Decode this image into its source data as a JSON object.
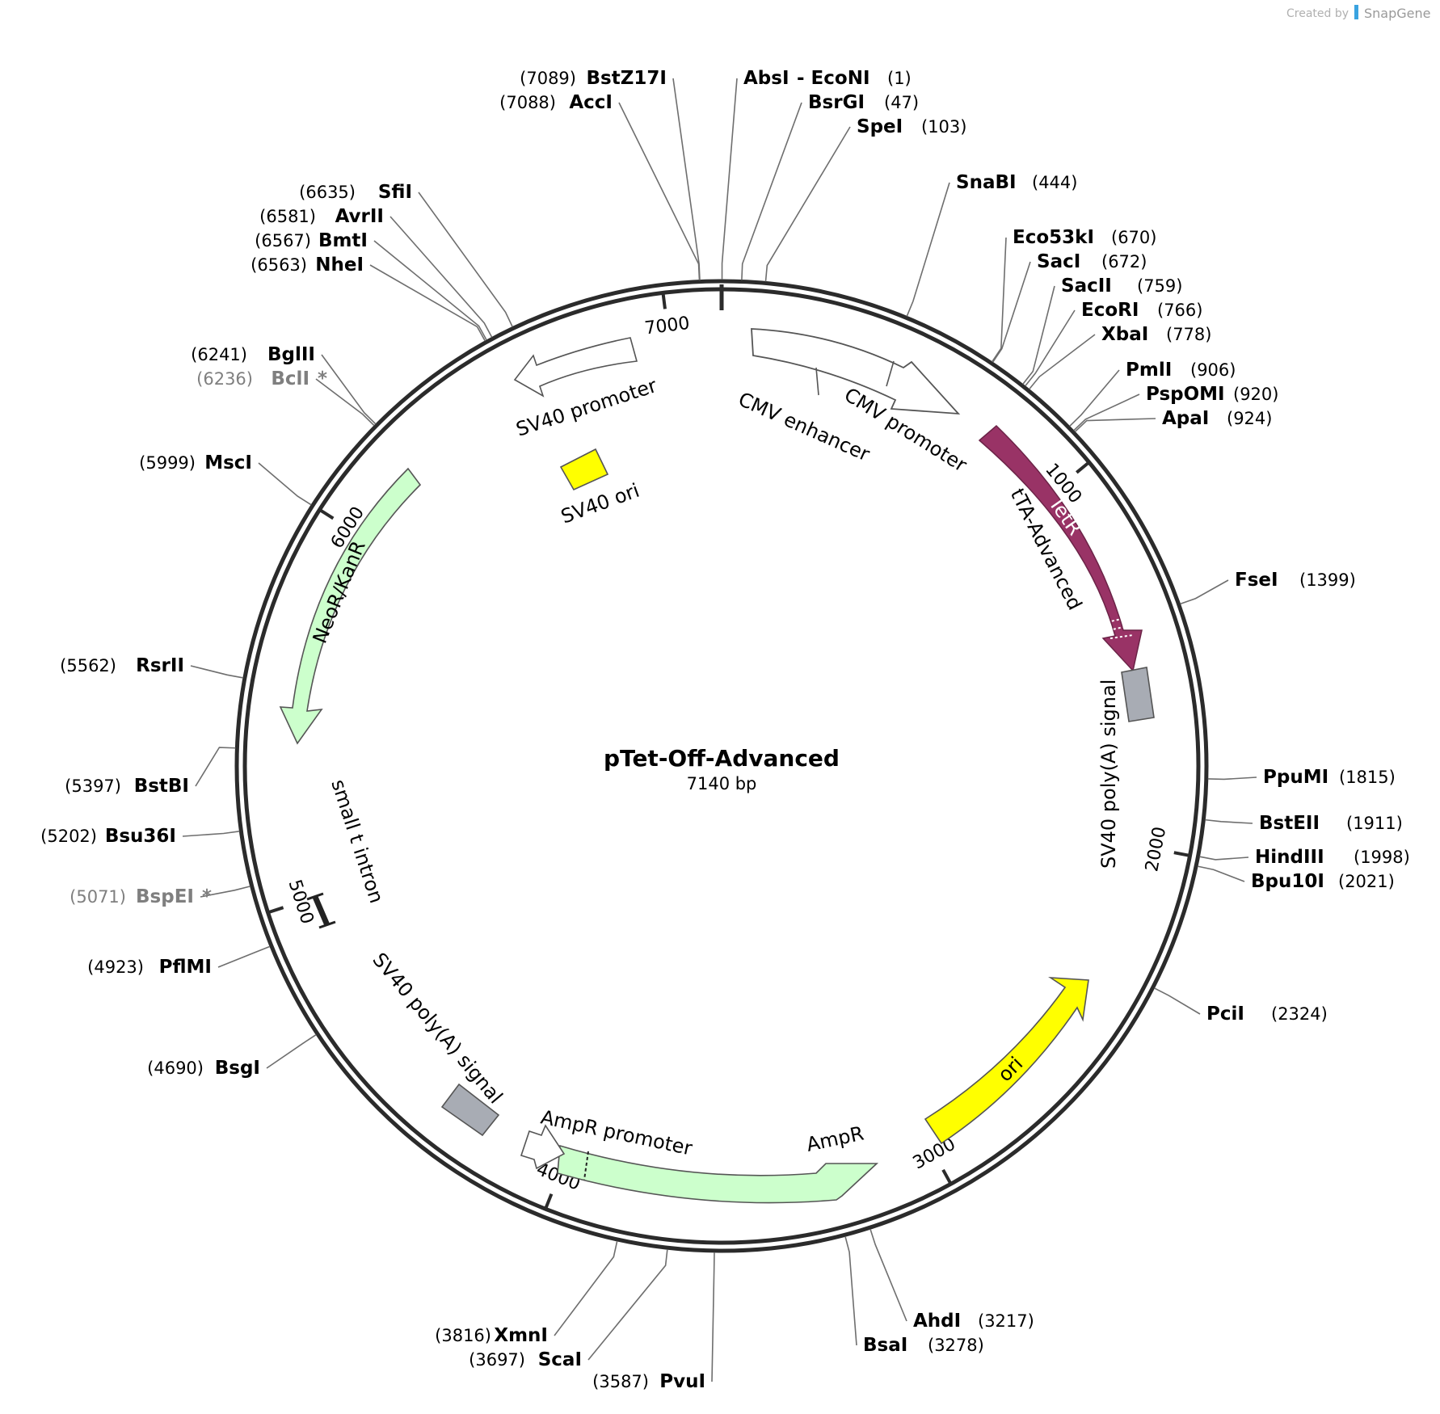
{
  "credit": {
    "prefix": "Created by",
    "brand": "SnapGene"
  },
  "plasmid": {
    "name": "pTet-Off-Advanced",
    "size_label": "7140 bp",
    "length": 7140
  },
  "ticks": [
    {
      "pos": 1000,
      "label": "1000"
    },
    {
      "pos": 2000,
      "label": "2000"
    },
    {
      "pos": 3000,
      "label": "3000"
    },
    {
      "pos": 4000,
      "label": "4000"
    },
    {
      "pos": 5000,
      "label": "5000"
    },
    {
      "pos": 6000,
      "label": "6000"
    },
    {
      "pos": 7000,
      "label": "7000"
    }
  ],
  "sites": [
    {
      "name": "AbsI",
      "extra": "- EcoNI",
      "pos_label": "(1)",
      "pos": 1,
      "side": "right"
    },
    {
      "name": "BsrGI",
      "pos_label": "(47)",
      "pos": 47,
      "side": "right"
    },
    {
      "name": "SpeI",
      "pos_label": "(103)",
      "pos": 103,
      "side": "right"
    },
    {
      "name": "SnaBI",
      "pos_label": "(444)",
      "pos": 444,
      "side": "right"
    },
    {
      "name": "Eco53kI",
      "pos_label": "(670)",
      "pos": 670,
      "side": "right"
    },
    {
      "name": "SacI",
      "pos_label": "(672)",
      "pos": 672,
      "side": "right"
    },
    {
      "name": "SacII",
      "pos_label": "(759)",
      "pos": 759,
      "side": "right"
    },
    {
      "name": "EcoRI",
      "pos_label": "(766)",
      "pos": 766,
      "side": "right"
    },
    {
      "name": "XbaI",
      "pos_label": "(778)",
      "pos": 778,
      "side": "right"
    },
    {
      "name": "PmlI",
      "pos_label": "(906)",
      "pos": 906,
      "side": "right"
    },
    {
      "name": "PspOMI",
      "pos_label": "(920)",
      "pos": 920,
      "side": "right"
    },
    {
      "name": "ApaI",
      "pos_label": "(924)",
      "pos": 924,
      "side": "right"
    },
    {
      "name": "FseI",
      "pos_label": "(1399)",
      "pos": 1399,
      "side": "right"
    },
    {
      "name": "PpuMI",
      "pos_label": "(1815)",
      "pos": 1815,
      "side": "right"
    },
    {
      "name": "BstEII",
      "pos_label": "(1911)",
      "pos": 1911,
      "side": "right"
    },
    {
      "name": "HindIII",
      "pos_label": "(1998)",
      "pos": 1998,
      "side": "right"
    },
    {
      "name": "Bpu10I",
      "pos_label": "(2021)",
      "pos": 2021,
      "side": "right"
    },
    {
      "name": "PciI",
      "pos_label": "(2324)",
      "pos": 2324,
      "side": "right"
    },
    {
      "name": "AhdI",
      "pos_label": "(3217)",
      "pos": 3217,
      "side": "right"
    },
    {
      "name": "BsaI",
      "pos_label": "(3278)",
      "pos": 3278,
      "side": "right"
    },
    {
      "name": "PvuI",
      "pos_label": "(3587)",
      "pos": 3587,
      "side": "left"
    },
    {
      "name": "ScaI",
      "pos_label": "(3697)",
      "pos": 3697,
      "side": "left"
    },
    {
      "name": "XmnI",
      "pos_label": "(3816)",
      "pos": 3816,
      "side": "left"
    },
    {
      "name": "BsgI",
      "pos_label": "(4690)",
      "pos": 4690,
      "side": "left"
    },
    {
      "name": "PflMI",
      "pos_label": "(4923)",
      "pos": 4923,
      "side": "left"
    },
    {
      "name": "BspEI",
      "pos_label": "(5071)",
      "pos": 5071,
      "side": "left",
      "star": true
    },
    {
      "name": "Bsu36I",
      "pos_label": "(5202)",
      "pos": 5202,
      "side": "left"
    },
    {
      "name": "BstBI",
      "pos_label": "(5397)",
      "pos": 5397,
      "side": "left"
    },
    {
      "name": "RsrII",
      "pos_label": "(5562)",
      "pos": 5562,
      "side": "left"
    },
    {
      "name": "MscI",
      "pos_label": "(5999)",
      "pos": 5999,
      "side": "left"
    },
    {
      "name": "BclI",
      "pos_label": "(6236)",
      "pos": 6236,
      "side": "left",
      "star": true
    },
    {
      "name": "BglII",
      "pos_label": "(6241)",
      "pos": 6241,
      "side": "left"
    },
    {
      "name": "NheI",
      "pos_label": "(6563)",
      "pos": 6563,
      "side": "left"
    },
    {
      "name": "BmtI",
      "pos_label": "(6567)",
      "pos": 6567,
      "side": "left"
    },
    {
      "name": "AvrII",
      "pos_label": "(6581)",
      "pos": 6581,
      "side": "left"
    },
    {
      "name": "SfiI",
      "pos_label": "(6635)",
      "pos": 6635,
      "side": "left"
    },
    {
      "name": "AccI",
      "pos_label": "(7088)",
      "pos": 7088,
      "side": "left"
    },
    {
      "name": "BstZ17I",
      "pos_label": "(7089)",
      "pos": 7089,
      "side": "left"
    }
  ],
  "features": [
    {
      "name": "CMV enhancer",
      "type": "arrow",
      "start": 80,
      "end": 460,
      "color": "#ffffff"
    },
    {
      "name": "CMV promoter",
      "type": "arrow",
      "start": 460,
      "end": 660,
      "color": "#ffffff"
    },
    {
      "name": "TetR",
      "type": "arrow",
      "start": 925,
      "end": 1545,
      "color": "#993366"
    },
    {
      "name": "tTA-Advanced",
      "type": "label"
    },
    {
      "name": "SV40 poly(A) signal",
      "type": "box",
      "start": 1610,
      "end": 1720,
      "color": "#a8acb4"
    },
    {
      "name": "ori",
      "type": "arrow",
      "start": 2250,
      "end": 2830,
      "color": "#ffff00"
    },
    {
      "name": "AmpR",
      "type": "arrow",
      "start": 3255,
      "end": 3990,
      "color": "#ccffcc"
    },
    {
      "name": "AmpR promoter",
      "type": "arrow",
      "start": 3990,
      "end": 4100,
      "color": "#ffffff"
    },
    {
      "name": "SV40 poly(A) signal",
      "type": "box",
      "start": 4320,
      "end": 4440,
      "color": "#a8acb4"
    },
    {
      "name": "small t intron",
      "type": "box",
      "start": 4975,
      "end": 5035,
      "color": "#222222"
    },
    {
      "name": "NeoR/KanR",
      "type": "arrow",
      "start": 6200,
      "end": 5400,
      "color": "#ccffcc"
    },
    {
      "name": "SV40 promoter",
      "type": "arrow",
      "start": 7020,
      "end": 6700,
      "color": "#ffffff"
    },
    {
      "name": "SV40 ori",
      "type": "box",
      "start": 6710,
      "end": 6800,
      "color": "#ffff00"
    }
  ]
}
